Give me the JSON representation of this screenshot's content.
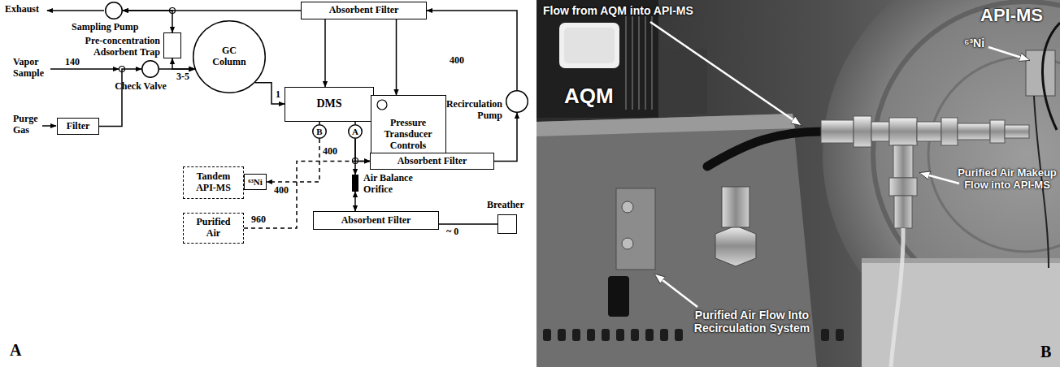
{
  "diagram": {
    "nodes": [
      {
        "text": [
          "Sampling Pump"
        ]
      },
      {
        "text": [
          "Absorbent Filter"
        ]
      },
      {
        "text": [
          "Pre-concentration Adsorbent Trap"
        ]
      },
      {
        "text": [
          "GC Column"
        ]
      },
      {
        "text": [
          "Check Valve"
        ]
      },
      {
        "text": [
          "DMS"
        ]
      },
      {
        "text": [
          "Pressure Transducer Controls"
        ]
      },
      {
        "text": [
          "Recirculation Pump"
        ]
      },
      {
        "text": [
          "Filter"
        ]
      },
      {
        "text": [
          "B"
        ]
      },
      {
        "text": [
          "A"
        ]
      },
      {
        "text": [
          "Absorbent Filter"
        ]
      },
      {
        "text": [
          "Tandem API-MS"
        ]
      },
      {
        "text": [
          "⁶³Ni"
        ]
      },
      {
        "text": [
          "Air Balance Orifice"
        ]
      },
      {
        "text": [
          "Purified Air"
        ]
      },
      {
        "text": [
          "Absorbent Filter"
        ]
      },
      {
        "text": [
          "Breather"
        ]
      }
    ],
    "edges": [
      {
        "from": 1,
        "to": 0,
        "arrow": "to"
      },
      {
        "from": 2,
        "to": 0,
        "arrow": "both"
      },
      {
        "from": 4,
        "to": 3,
        "label": "3-5",
        "arrow": "to"
      },
      {
        "from": 2,
        "to": 3,
        "arrow": "both"
      },
      {
        "from": 3,
        "to": 5,
        "label": "1",
        "arrow": "to"
      },
      {
        "from": 1,
        "to": 5,
        "arrow": "to"
      },
      {
        "from": 1,
        "to": 6,
        "arrow": "to"
      },
      {
        "from": 7,
        "to": 1,
        "label": "400",
        "arrow": "to"
      },
      {
        "from": 8,
        "to": 4,
        "arrow": "to"
      },
      {
        "from": 5,
        "to": 9,
        "arrow": "none"
      },
      {
        "from": 5,
        "to": 10,
        "arrow": "none"
      },
      {
        "from": 9,
        "to": 13,
        "label": "400",
        "arrow": "to"
      },
      {
        "from": 10,
        "to": 11,
        "label": "400",
        "arrow": "to"
      },
      {
        "from": 10,
        "to": 14,
        "arrow": "to"
      },
      {
        "from": 11,
        "to": 7,
        "arrow": "to"
      },
      {
        "from": 15,
        "to": 11,
        "label": "960",
        "arrow": "to"
      },
      {
        "from": 14,
        "to": 16,
        "arrow": "both"
      },
      {
        "from": 16,
        "to": 17,
        "label": "~ 0",
        "arrow": "none"
      }
    ],
    "labels": [
      "Exhaust",
      "Vapor Sample",
      "140",
      "Purge Gas",
      "A",
      "Flow from AQM into API-MS",
      "API-MS",
      "⁶³Ni",
      "AQM",
      "Purified Air Makeup Flow into API-MS",
      "Purified Air Flow Into Recirculation System",
      "B"
    ]
  }
}
